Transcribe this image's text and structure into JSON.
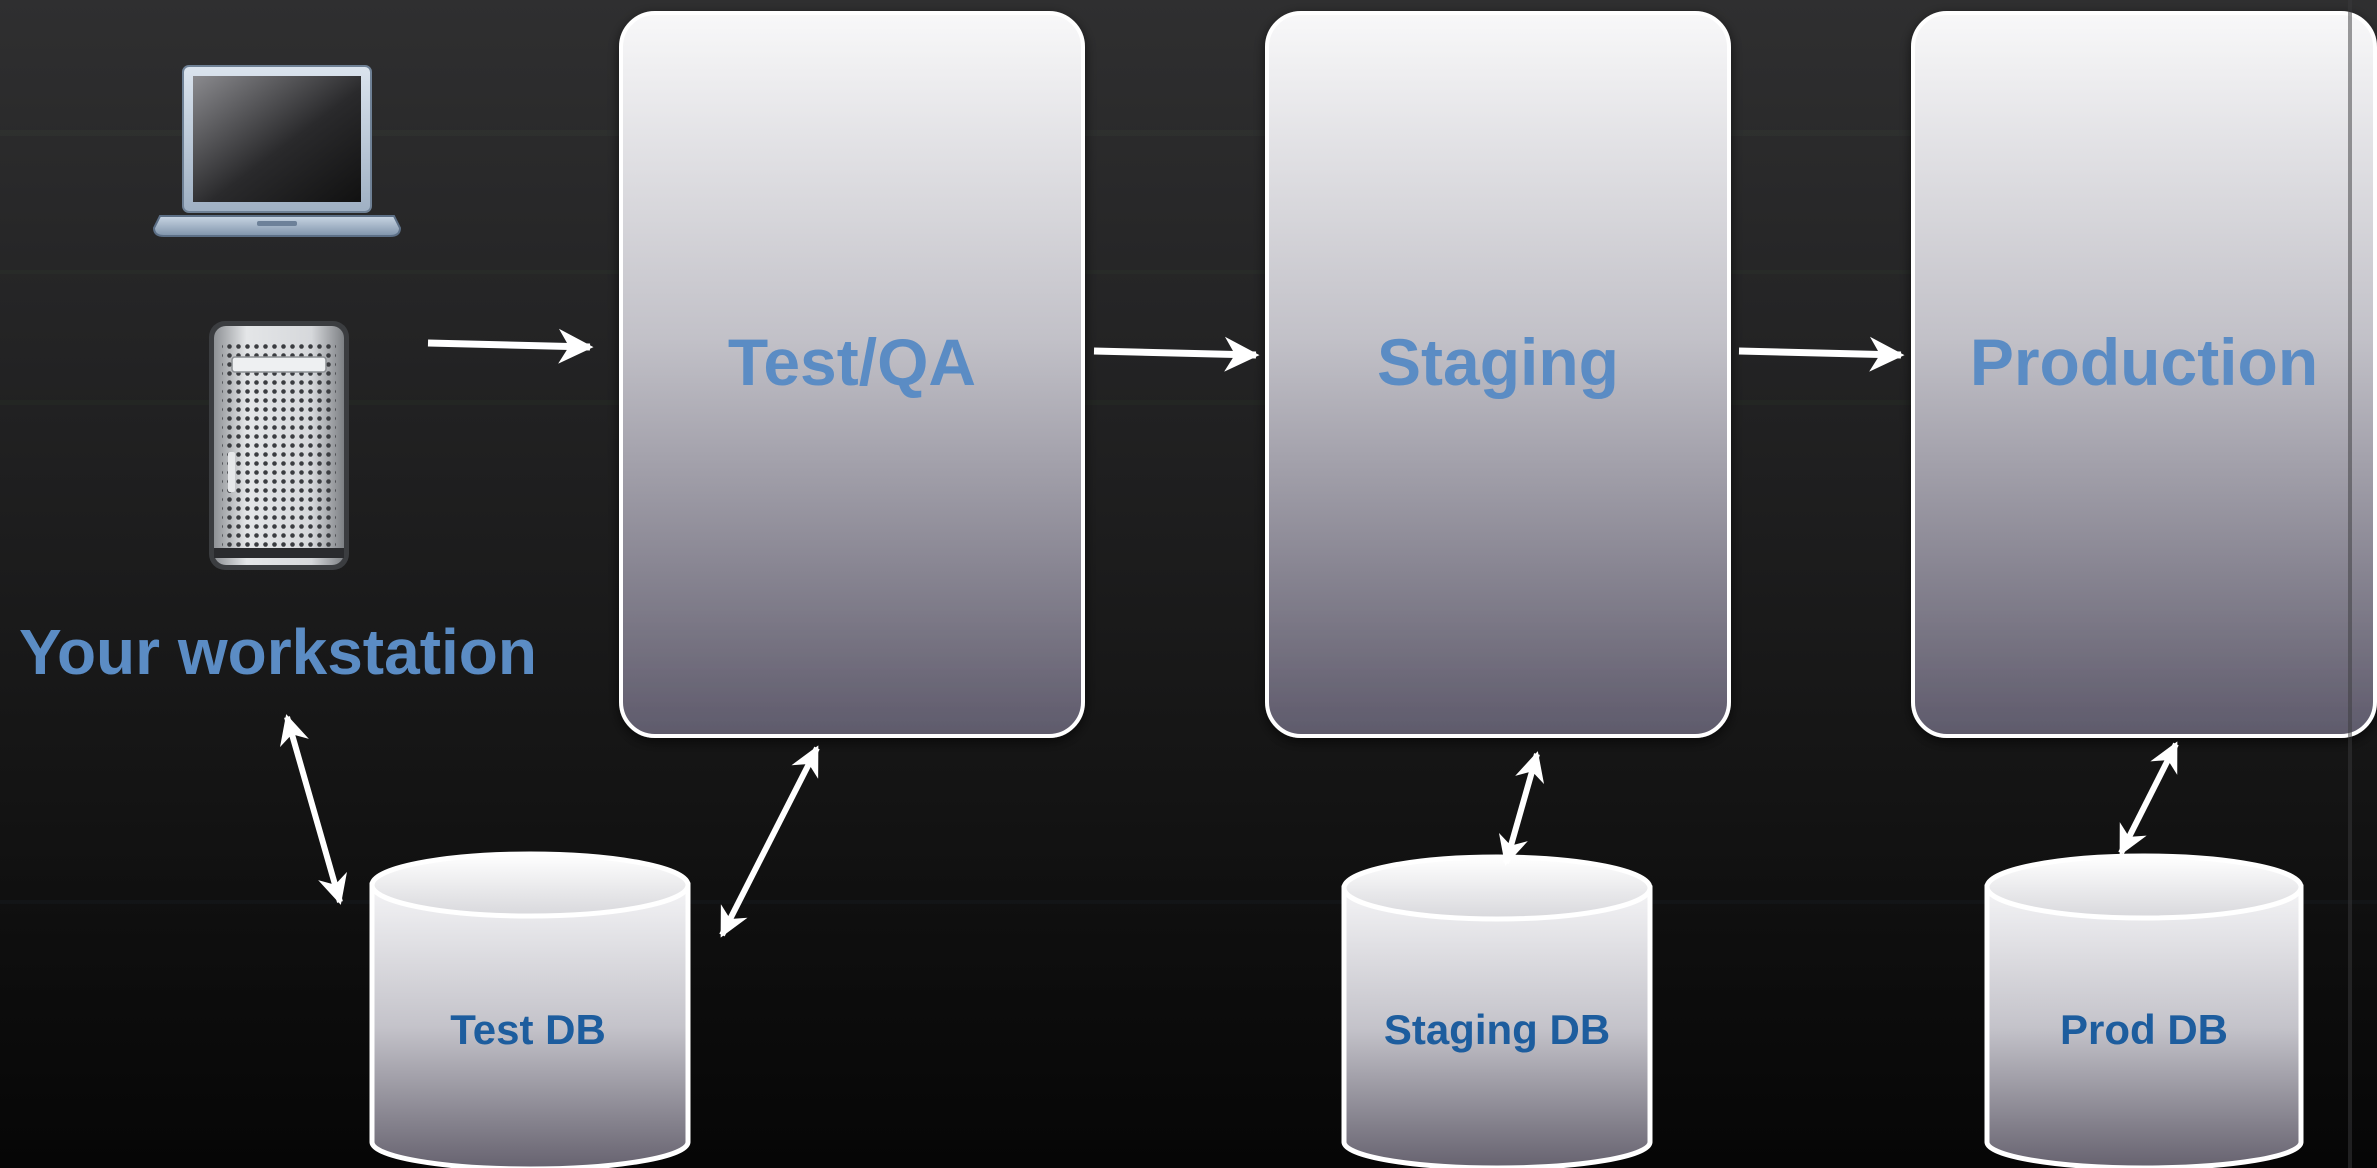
{
  "workstation": {
    "label": "Your workstation",
    "icons": [
      "laptop-icon",
      "tower-computer-icon"
    ]
  },
  "environments": [
    {
      "id": "testqa",
      "label": "Test/QA"
    },
    {
      "id": "staging",
      "label": "Staging"
    },
    {
      "id": "production",
      "label": "Production"
    }
  ],
  "databases": [
    {
      "id": "testdb",
      "label": "Test DB"
    },
    {
      "id": "stagingdb",
      "label": "Staging DB"
    },
    {
      "id": "proddb",
      "label": "Prod DB"
    }
  ],
  "colors": {
    "background": "#1a1a1b",
    "label_blue": "#5b8cc4",
    "db_label_blue": "#1d5d9e",
    "box_top": "#f7f7f8",
    "box_bottom": "#5e5a6a",
    "arrow": "#ffffff"
  }
}
